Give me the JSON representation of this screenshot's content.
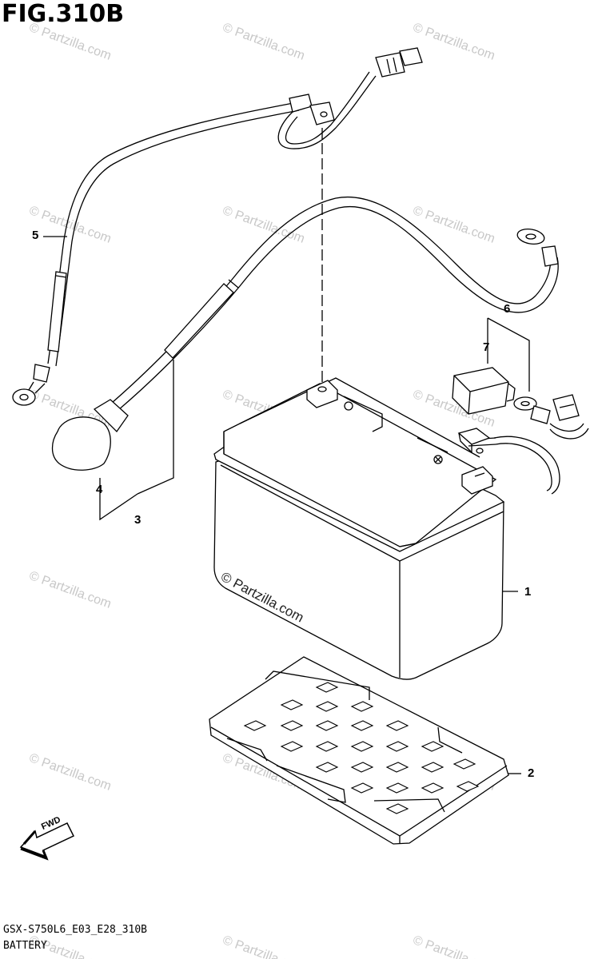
{
  "figure": {
    "title": "FIG.310B"
  },
  "callouts": {
    "c1": "1",
    "c2": "2",
    "c3": "3",
    "c4": "4",
    "c5": "5",
    "c6": "6",
    "c7": "7"
  },
  "footer": {
    "code": "GSX-S750L6_E03_E28_310B",
    "name": "BATTERY"
  },
  "fwd_label": "FWD",
  "watermark": {
    "text": "© Partzilla.com"
  },
  "colors": {
    "line": "#000000",
    "watermark": "#c8c8c8",
    "background": "#ffffff"
  }
}
